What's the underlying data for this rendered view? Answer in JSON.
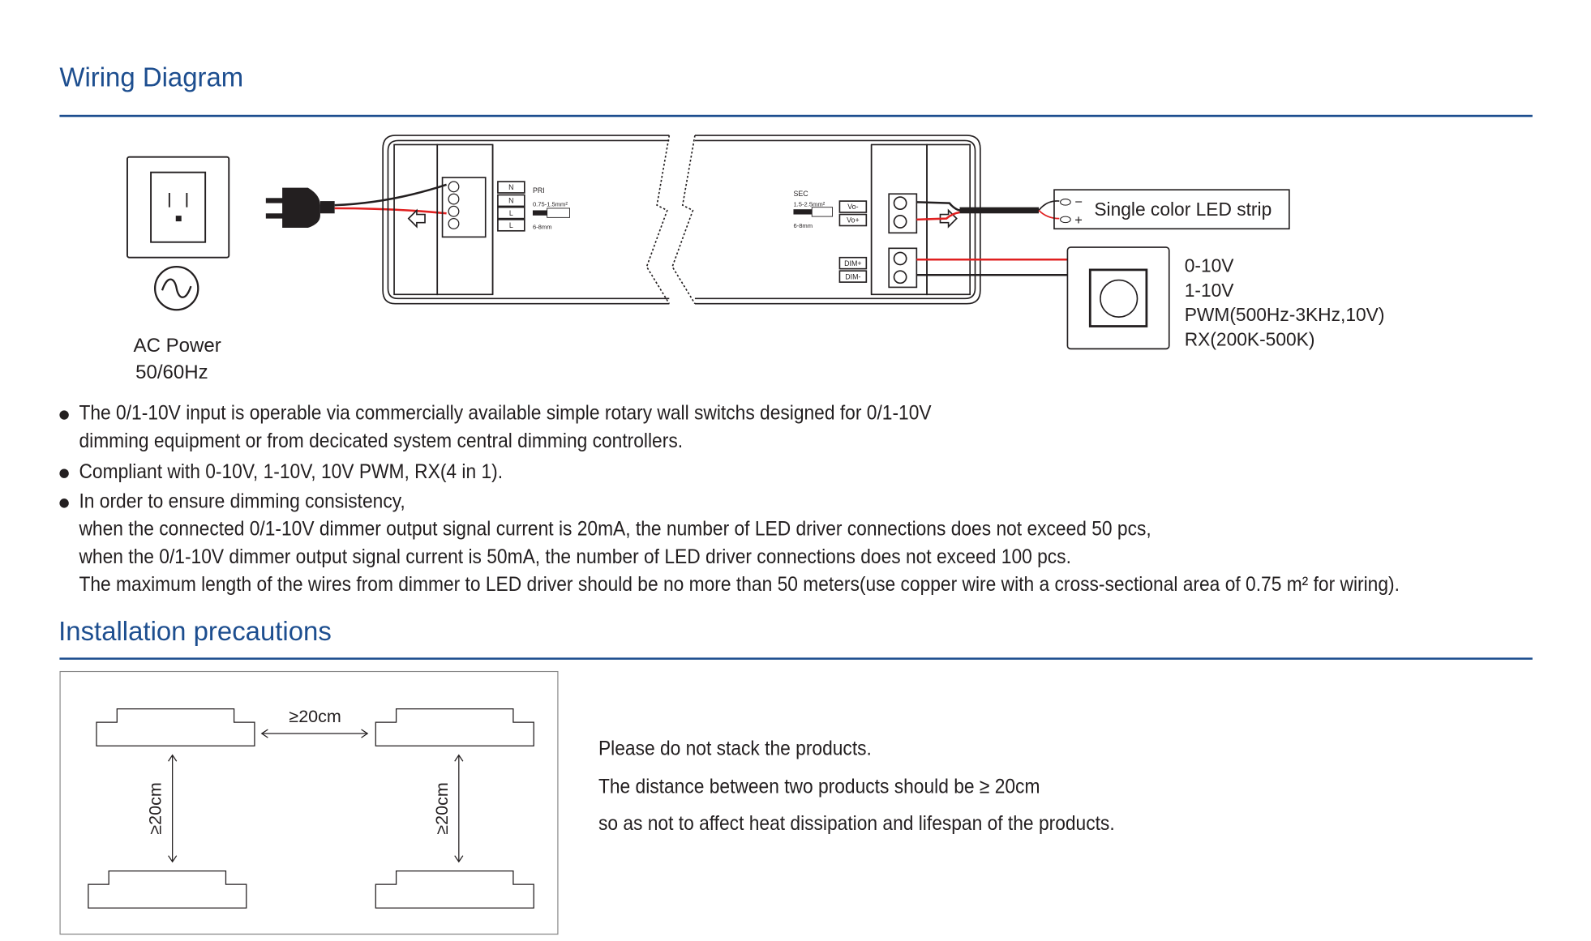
{
  "wiring": {
    "title": "Wiring Diagram",
    "ac_power": "AC Power",
    "ac_freq": "50/60Hz",
    "pri": {
      "label": "PRI",
      "terminals": [
        "N",
        "N",
        "L",
        "L"
      ],
      "wire_gauge": "0.75-1.5mm²",
      "strip_length": "6-8mm"
    },
    "sec": {
      "label": "SEC",
      "terminals": [
        "Vo-",
        "Vo+",
        "DIM+",
        "DIM-"
      ],
      "wire_gauge": "1.5-2.5mm²",
      "strip_length": "6-8mm"
    },
    "led_strip": {
      "label": "Single color LED strip",
      "minus": "−",
      "plus": "+"
    },
    "dimmer_modes": [
      "0-10V",
      "1-10V",
      "PWM(500Hz-3KHz,10V)",
      "RX(200K-500K)"
    ],
    "colors": {
      "live": "#e02020",
      "neutral": "#231f20",
      "accent": "#1d4e8f"
    }
  },
  "notes": [
    {
      "lines": [
        "The 0/1-10V input is operable via commercially available simple rotary wall switchs designed for 0/1-10V",
        "dimming equipment or from decicated system central dimming controllers."
      ]
    },
    {
      "lines": [
        "Compliant with 0-10V, 1-10V, 10V PWM, RX(4 in 1)."
      ]
    },
    {
      "lines": [
        "In order to ensure dimming consistency,",
        "when the connected 0/1-10V dimmer output signal current is 20mA, the number of LED driver connections does not exceed 50 pcs,",
        "when the 0/1-10V dimmer output signal current is 50mA, the number of LED driver connections does not exceed 100 pcs.",
        "The maximum length of the wires from dimmer to LED driver should be no more than 50 meters(use copper wire with a cross-sectional area of 0.75 m² for wiring)."
      ]
    }
  ],
  "installation": {
    "title": "Installation precautions",
    "spacing_label": "≥20cm",
    "text": [
      "Please do not stack the products.",
      "The distance between two products should be ≥ 20cm",
      "so as not to affect heat dissipation and lifespan of the products."
    ]
  }
}
